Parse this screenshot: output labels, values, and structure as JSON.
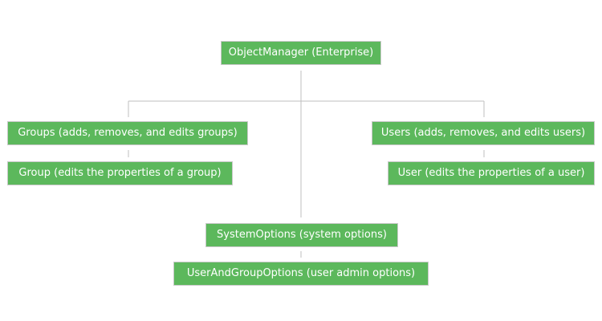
{
  "diagram": {
    "root": {
      "label": "ObjectManager (Enterprise)"
    },
    "groups": {
      "label": "Groups (adds, removes, and edits groups)"
    },
    "group": {
      "label": "Group (edits the properties of a group)"
    },
    "users": {
      "label": "Users (adds, removes, and edits users)"
    },
    "user": {
      "label": "User (edits the properties of a user)"
    },
    "system_options": {
      "label": "SystemOptions (system options)"
    },
    "user_and_group_options": {
      "label": "UserAndGroupOptions (user admin options)"
    }
  },
  "colors": {
    "node_fill": "#5cb85c",
    "node_text": "#ffffff",
    "connector": "#bfbfbf"
  }
}
